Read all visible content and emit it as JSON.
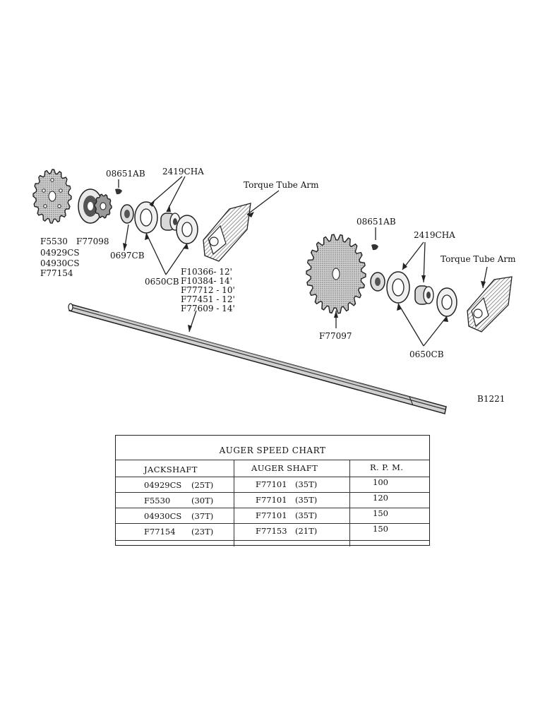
{
  "labels": {
    "f5530": "F5530",
    "o4929cs": "04929CS",
    "o4930cs": "04930CS",
    "f77154": "F77154",
    "f77098": "F77098",
    "o8651ab_left": "08651AB",
    "cha_left": "2419CHA",
    "o697cb": "0697CB",
    "cb_left": "0650CB",
    "torque_left": "Torque Tube Arm",
    "shaft_list": [
      "F10366- 12'",
      "F10384- 14'",
      "F77712 - 10'",
      "F77451 - 12'",
      "F77609 - 14'"
    ],
    "o8651ab_right": "08651AB",
    "cha_right": "2419CHA",
    "torque_right": "Torque Tube Arm",
    "f77097": "F77097",
    "cb_right": "0650CB",
    "figure_id": "B1221"
  },
  "chart": {
    "title": "AUGER SPEED CHART",
    "headers": [
      "JACKSHAFT",
      "AUGER SHAFT",
      "R. P. M."
    ],
    "rows": [
      {
        "jack_part": "04929CS",
        "jack_teeth": "(25T)",
        "auger_part": "F77101",
        "auger_teeth": "(35T)",
        "rpm": "100"
      },
      {
        "jack_part": "F5530",
        "jack_teeth": "(30T)",
        "auger_part": "F77101",
        "auger_teeth": "(35T)",
        "rpm": "120"
      },
      {
        "jack_part": "04930CS",
        "jack_teeth": "(37T)",
        "auger_part": "F77101",
        "auger_teeth": "(35T)",
        "rpm": "150"
      },
      {
        "jack_part": "F77154",
        "jack_teeth": "(23T)",
        "auger_part": "F77153",
        "auger_teeth": "(21T)",
        "rpm": "150"
      }
    ]
  }
}
